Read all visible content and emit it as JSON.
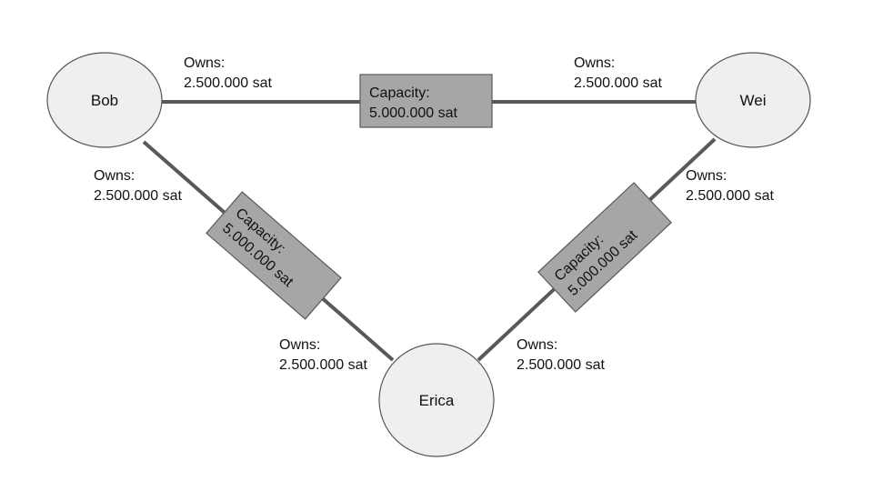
{
  "nodes": {
    "bob": "Bob",
    "wei": "Wei",
    "erica": "Erica"
  },
  "channels": {
    "bob_wei": {
      "capacity_label": "Capacity:",
      "capacity_value": "5.000.000 sat",
      "owns_a_label": "Owns:",
      "owns_a_value": "2.500.000 sat",
      "owns_b_label": "Owns:",
      "owns_b_value": "2.500.000 sat"
    },
    "bob_erica": {
      "capacity_label": "Capacity:",
      "capacity_value": "5.000.000 sat",
      "owns_a_label": "Owns:",
      "owns_a_value": "2.500.000 sat",
      "owns_b_label": "Owns:",
      "owns_b_value": "2.500.000 sat"
    },
    "wei_erica": {
      "capacity_label": "Capacity:",
      "capacity_value": "5.000.000 sat",
      "owns_a_label": "Owns:",
      "owns_a_value": "2.500.000 sat",
      "owns_b_label": "Owns:",
      "owns_b_value": "2.500.000 sat"
    }
  },
  "colors": {
    "node_fill": "#efefef",
    "channel_line": "#595959",
    "capacity_box": "#a6a6a6"
  }
}
